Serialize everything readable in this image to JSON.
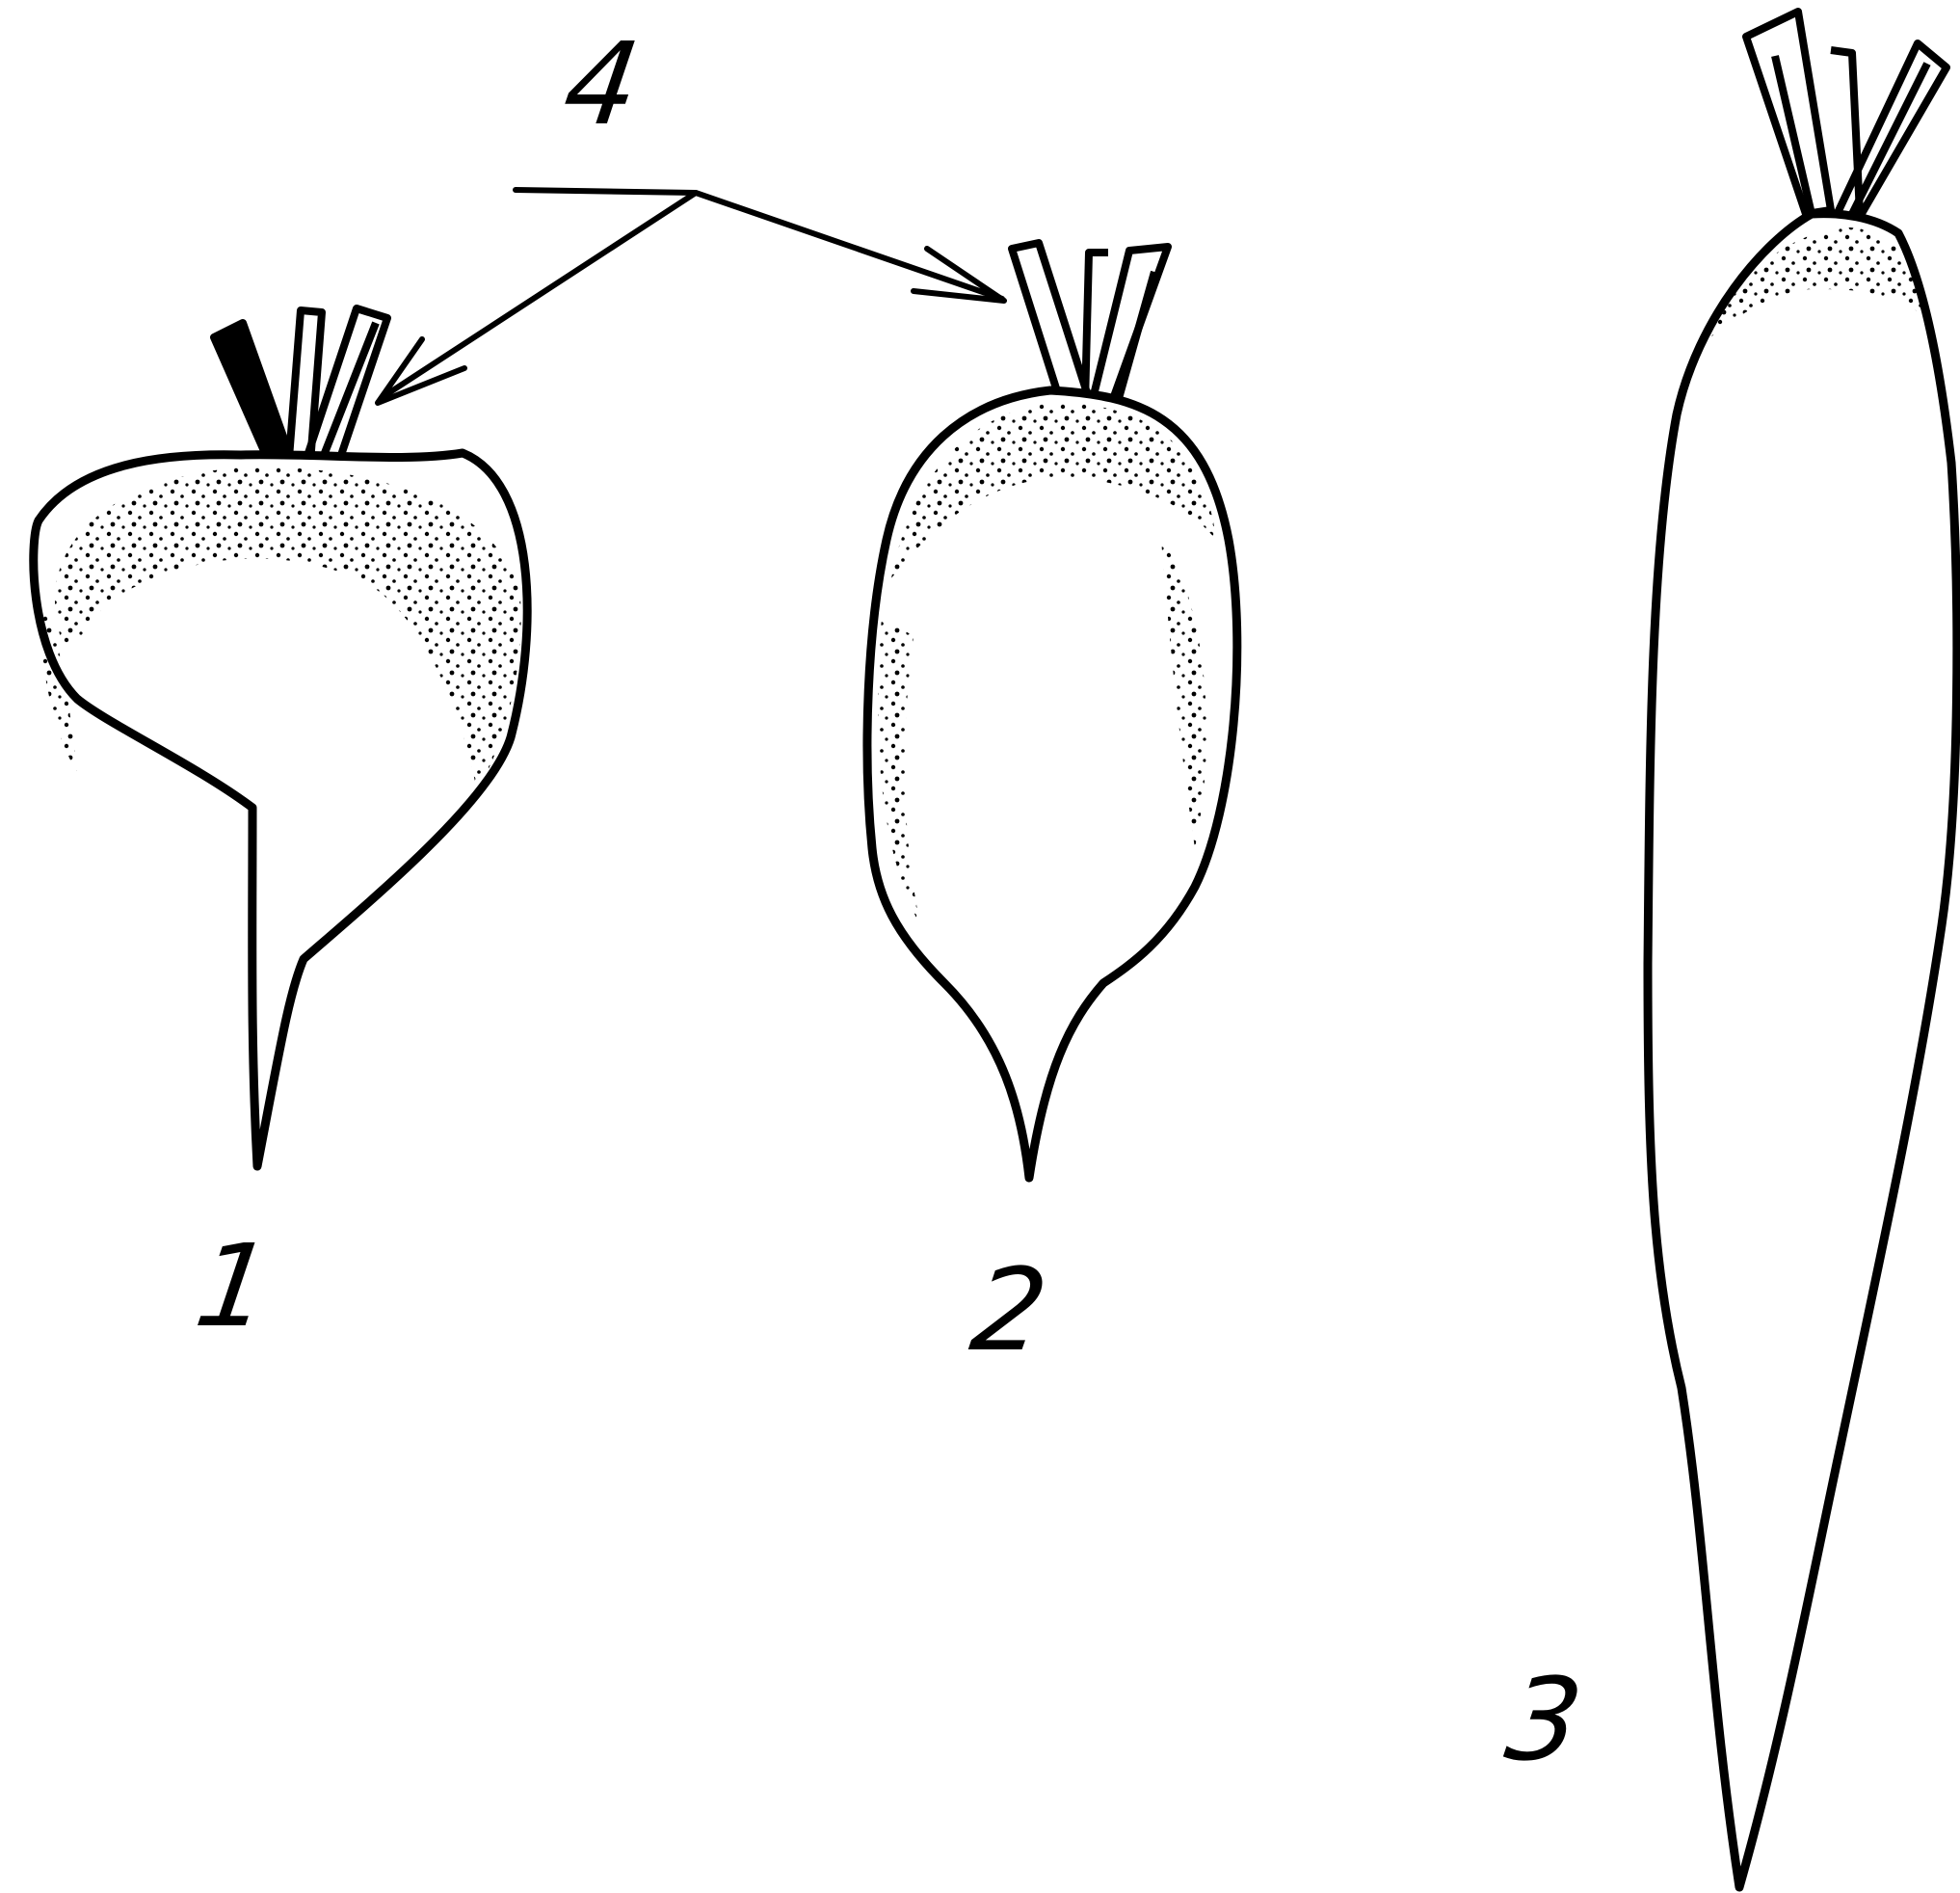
{
  "labels": {
    "root_1": "1",
    "root_2": "2",
    "root_3": "3",
    "pointer": "4"
  },
  "colors": {
    "ink": "#000000",
    "paper": "#ffffff"
  }
}
